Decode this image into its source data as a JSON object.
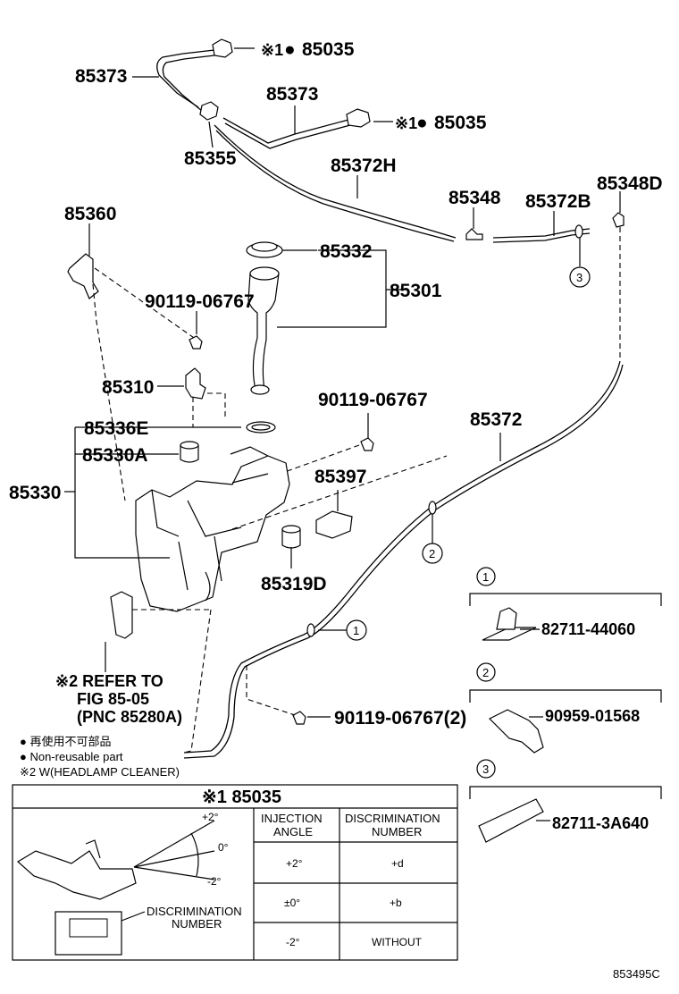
{
  "parts": {
    "p85035_top": "85035",
    "p85035_mid": "85035",
    "p85373_left": "85373",
    "p85373_mid": "85373",
    "p85355": "85355",
    "p85372H": "85372H",
    "p85348": "85348",
    "p85372B": "85372B",
    "p85348D": "85348D",
    "p85360": "85360",
    "p85332": "85332",
    "p85301": "85301",
    "p90119_a": "90119-06767",
    "p85310": "85310",
    "p90119_b": "90119-06767",
    "p85336E": "85336E",
    "p85330A": "85330A",
    "p85330": "85330",
    "p85397": "85397",
    "p85372": "85372",
    "p85319D": "85319D",
    "p90119_c": "90119-06767(2)"
  },
  "marks": {
    "ref1": "※1",
    "dot": "●"
  },
  "callouts": {
    "c1": "1",
    "c2": "2",
    "c3": "3"
  },
  "legend": {
    "p82711_44060": "82711-44060",
    "p90959_01568": "90959-01568",
    "p82711_3A640": "82711-3A640",
    "n1": "1",
    "n2": "2",
    "n3": "3"
  },
  "notes": {
    "refer_line1": "※2 REFER TO",
    "refer_line2": "FIG 85-05",
    "refer_line3": "(PNC 85280A)",
    "nonreuse_jp": "● 再使用不可部品",
    "nonreuse_en": "● Non-reusable part",
    "headlamp": "※2 W(HEADLAMP CLEANER)"
  },
  "table": {
    "title": "※1 85035",
    "col1_line1": "INJECTION",
    "col1_line2": "ANGLE",
    "col2_line1": "DISCRIMINATION",
    "col2_line2": "NUMBER",
    "rows": [
      {
        "angle": "+2°",
        "number": "+d"
      },
      {
        "angle": "±0°",
        "number": "+b"
      },
      {
        "angle": "-2°",
        "number": "WITHOUT"
      }
    ],
    "diag_plus2": "+2°",
    "diag_zero": "0°",
    "diag_minus2": "-2°",
    "disc_line1": "DISCRIMINATION",
    "disc_line2": "NUMBER"
  },
  "figure_id": "853495C"
}
